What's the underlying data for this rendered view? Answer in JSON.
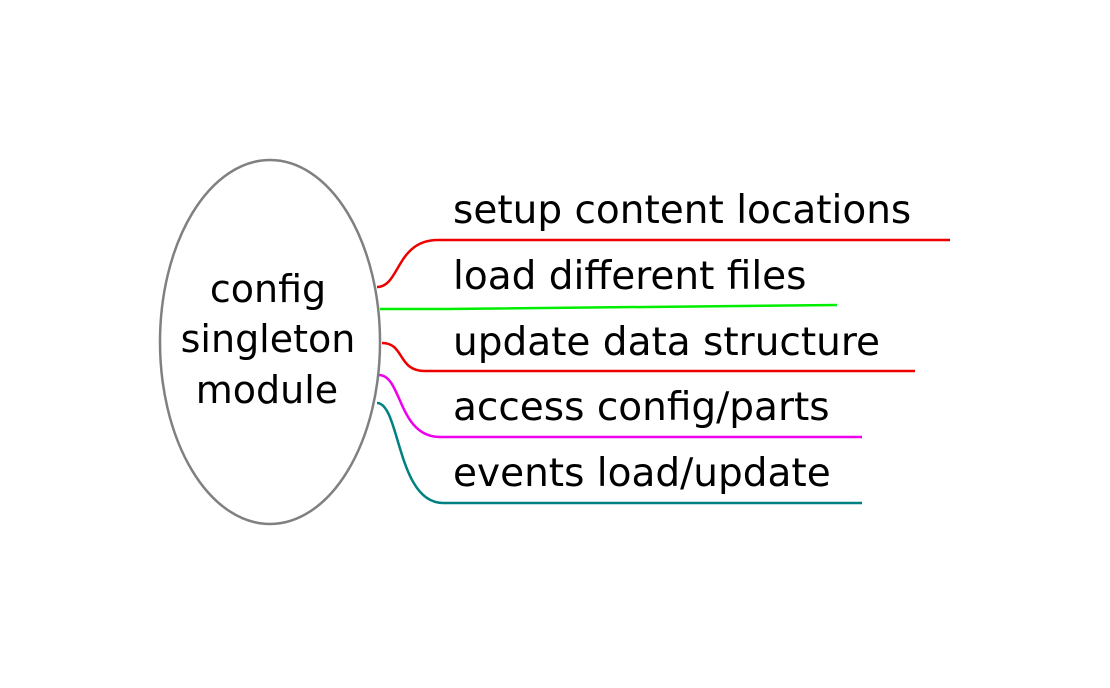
{
  "central_node": {
    "lines": [
      "config",
      "singleton",
      "module"
    ],
    "border_color": "#808080"
  },
  "branches": [
    {
      "label": "setup content locations",
      "color": "#ee0000"
    },
    {
      "label": "load different files",
      "color": "#00ee00"
    },
    {
      "label": "update data structure",
      "color": "#ee0000"
    },
    {
      "label": "access config/parts",
      "color": "#ee00ee"
    },
    {
      "label": "events load/update",
      "color": "#008080"
    }
  ]
}
